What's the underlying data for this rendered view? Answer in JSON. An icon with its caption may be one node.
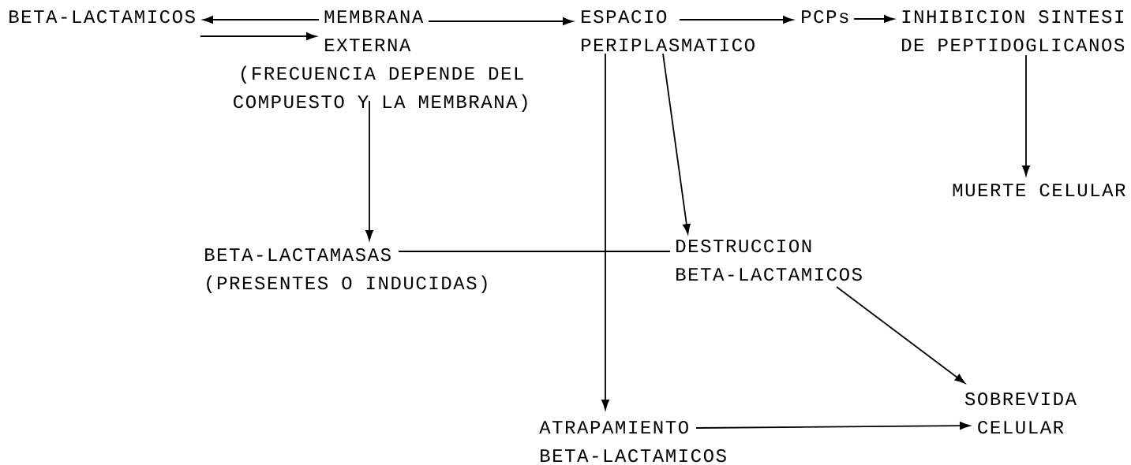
{
  "diagram": {
    "nodes": [
      {
        "text": [
          "BETA-LACTAMICOS"
        ]
      },
      {
        "text": [
          "MEMBRANA EXTERNA",
          "(FRECUENCIA DEPENDE DEL COMPUESTO Y LA MEMBRANA)"
        ]
      },
      {
        "text": [
          "ESPACIO PERIPLASMATICO"
        ]
      },
      {
        "text": [
          "PCPs"
        ]
      },
      {
        "text": [
          "INHIBICION SINTESI DE PEPTIDOGLICANOS"
        ]
      },
      {
        "text": [
          "MUERTE CELULAR"
        ]
      },
      {
        "text": [
          "BETA-LACTAMASAS (PRESENTES O INDUCIDAS)"
        ]
      },
      {
        "text": [
          "DESTRUCCION BETA-LACTAMICOS"
        ]
      },
      {
        "text": [
          "ATRAPAMIENTO BETA-LACTAMICOS"
        ]
      },
      {
        "text": [
          "SOBREVIDA CELULAR"
        ]
      }
    ],
    "edges": [
      {
        "from": 1,
        "to": 0,
        "arrow": "to"
      },
      {
        "from": 0,
        "to": 1,
        "arrow": "to"
      },
      {
        "from": 1,
        "to": 2,
        "arrow": "to"
      },
      {
        "from": 2,
        "to": 3,
        "arrow": "to"
      },
      {
        "from": 3,
        "to": 4,
        "arrow": "to"
      },
      {
        "from": 4,
        "to": 5,
        "arrow": "to"
      },
      {
        "from": 1,
        "to": 6,
        "arrow": "to"
      },
      {
        "from": 2,
        "to": 7,
        "arrow": "to"
      },
      {
        "from": 2,
        "to": 8,
        "arrow": "to"
      },
      {
        "from": 6,
        "to": 7,
        "arrow": "none"
      },
      {
        "from": 7,
        "to": 9,
        "arrow": "to"
      },
      {
        "from": 8,
        "to": 9,
        "arrow": "to"
      }
    ]
  }
}
